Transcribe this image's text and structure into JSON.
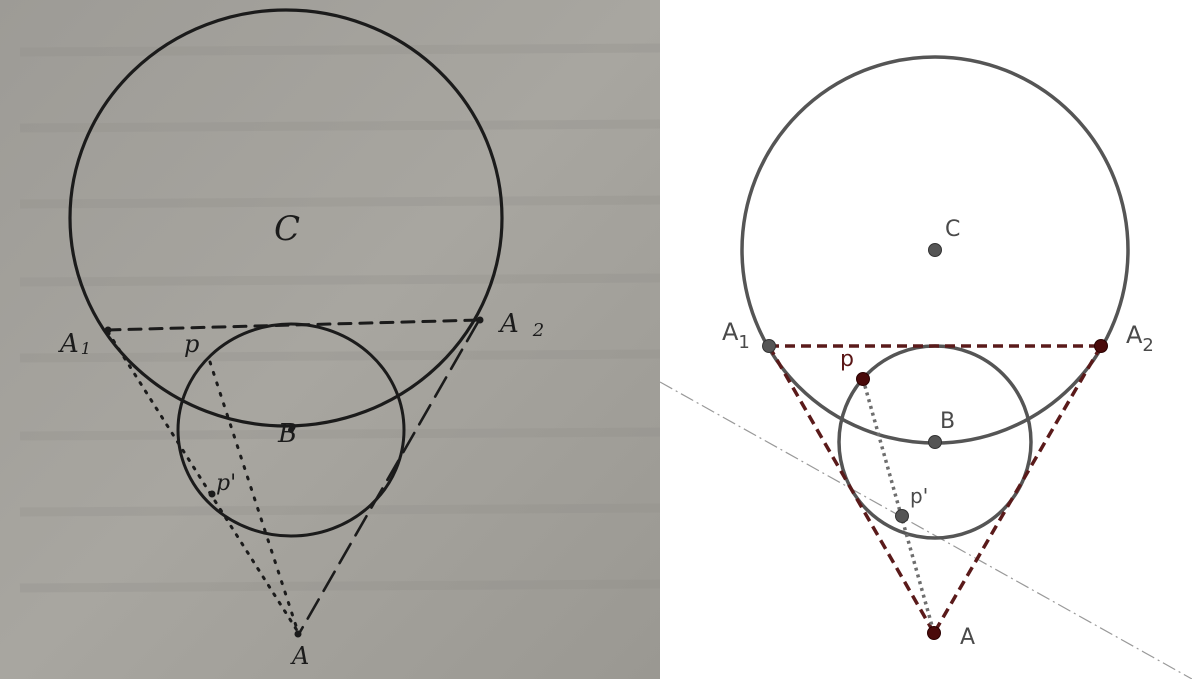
{
  "photo_sketch": {
    "labels": {
      "C": "C",
      "A1_main": "A",
      "A1_sub": "1",
      "A2_main": "A",
      "A2_sub": "2",
      "p": "p",
      "B": "B",
      "p_prime": "p'",
      "A": "A"
    },
    "colors": {
      "paper": "#a3a19b",
      "ink": "#1b1b1b"
    }
  },
  "geometry_figure": {
    "labels": {
      "C": "C",
      "A1_main": "A",
      "A1_sub": "1",
      "A2_main": "A",
      "A2_sub": "2",
      "p": "p",
      "B": "B",
      "p_prime": "p'",
      "A": "A"
    },
    "colors": {
      "circle": "#555555",
      "tangent": "#5a1a1a",
      "point_gray": "#555555",
      "point_red": "#4a0a0a",
      "guide_line": "#999999"
    }
  }
}
